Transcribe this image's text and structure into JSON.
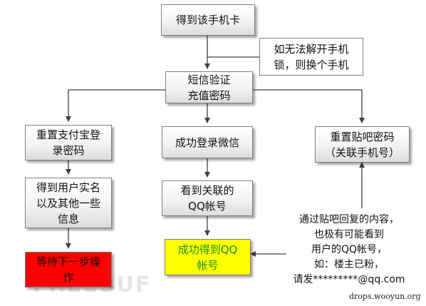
{
  "nodes": {
    "get_card": "得到该手机卡",
    "note_unlock": "如无法解开手机\n锁，则换个手机",
    "sms_recharge": "短信验证\n充值密码",
    "reset_alipay": "重置支付宝登\n录密码",
    "wechat_login": "成功登录微信",
    "reset_tieba": "重置贴吧密码\n（关联手机号）",
    "real_name": "得到用户实名\n以及其他一些\n信息",
    "linked_qq": "看到关联的\nQQ帐号",
    "wait_next": "等待下一步操\n作",
    "got_qq": "成功得到QQ\n帐号"
  },
  "callout": {
    "text": "通过贴吧回复的内容，\n也极有可能看到\n用户的QQ帐号，\n如：楼主已粉，\n请发*********@qq.com"
  },
  "watermark": "FREEBUF",
  "source": "drops.wooyun.org",
  "colors": {
    "line": "#404040",
    "highlight_red": "#ff0000",
    "highlight_yellow": "#ffff00"
  }
}
